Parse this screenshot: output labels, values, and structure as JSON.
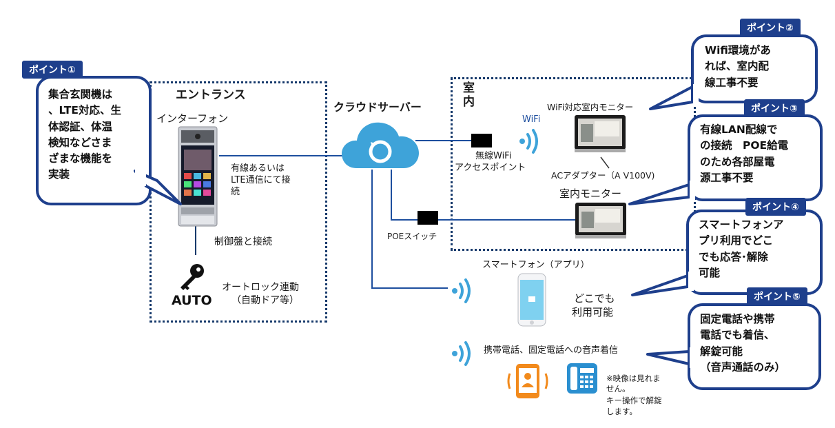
{
  "zones": {
    "entrance_title": "エントランス",
    "indoor_title_1": "室",
    "indoor_title_2": "内"
  },
  "cloud": {
    "label": "クラウドサーバー"
  },
  "entrance": {
    "intercom_label": "インターフォン",
    "connection_label_1": "有線あるいは",
    "connection_label_2": "LTE通信にて接",
    "connection_label_3": "続",
    "control_panel_label": "制御盤と接続",
    "auto_badge": "AUTO",
    "autolock_label_1": "オートロック連動",
    "autolock_label_2": "（自動ドア等）"
  },
  "network": {
    "wifi_ap_label_1": "無線WiFi",
    "wifi_ap_label_2": "アクセスポイント",
    "wifi_label": "WiFi",
    "poe_switch_label": "POEスイッチ"
  },
  "indoor": {
    "wifi_monitor_label": "WiFi対応室内モニター",
    "ac_adapter_label": "ACアダプター（A V100V)",
    "monitor_label": "室内モニター"
  },
  "mobile": {
    "smartphone_label": "スマートフォン（アプリ）",
    "anywhere_label_1": "どこでも",
    "anywhere_label_2": "利用可能",
    "phone_call_label": "携帯電話、固定電話への音声着信",
    "note_1": "※映像は見れま",
    "note_2": "せん。",
    "note_3": "キー操作で解錠",
    "note_4": "します。"
  },
  "points": [
    {
      "tag": "ポイント①",
      "lines": [
        "集合玄関機は",
        "、LTE対応、生",
        "体認証、体温",
        "検知などさま",
        "ざまな機能を",
        "実装"
      ]
    },
    {
      "tag": "ポイント②",
      "lines": [
        "Wifi環境があ",
        "れば、室内配",
        "線工事不要"
      ]
    },
    {
      "tag": "ポイント③",
      "lines": [
        "有線LAN配線で",
        "の接続　POE給電",
        "のため各部屋電",
        "源工事不要"
      ]
    },
    {
      "tag": "ポイント④",
      "lines": [
        "スマートフォンア",
        "プリ利用でどこ",
        "でも応答･解除",
        "可能"
      ]
    },
    {
      "tag": "ポイント⑤",
      "lines": [
        "固定電話や携帯",
        "電話でも着信、",
        "解錠可能",
        "（音声通話のみ）"
      ]
    }
  ],
  "colors": {
    "accent": "#1e3f8c",
    "line": "#1d4e9e",
    "cloud": "#3ea3d9",
    "phone_orange": "#f28a1c",
    "phone_blue": "#2a8fd0"
  }
}
